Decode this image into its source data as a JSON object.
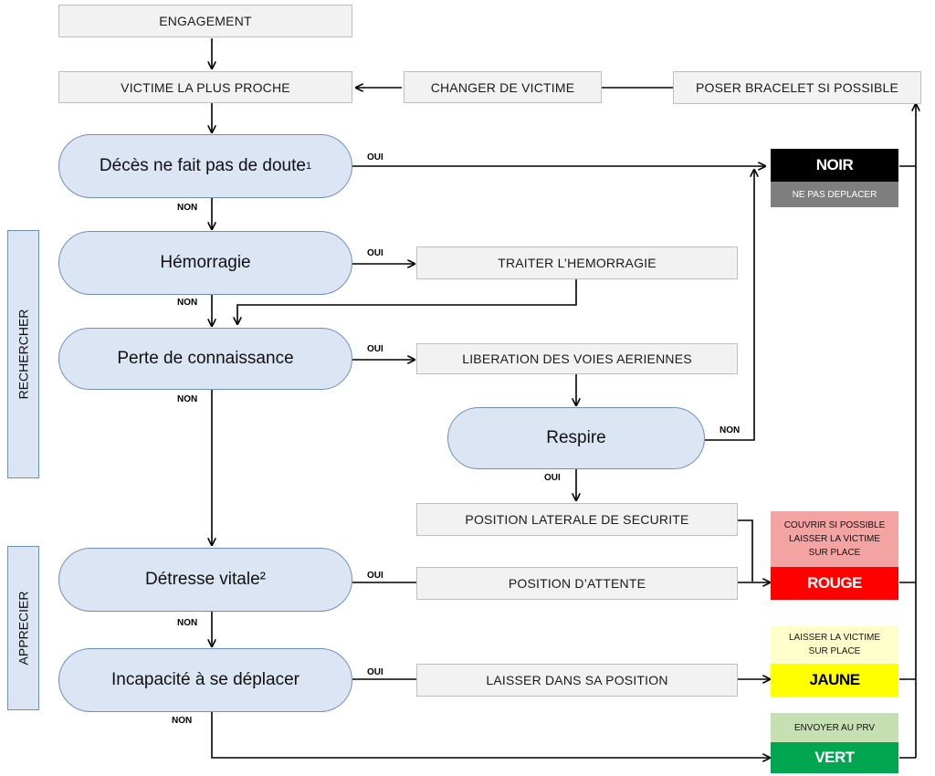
{
  "nodes": {
    "engagement": "ENGAGEMENT",
    "victime_proche": "VICTIME LA PLUS PROCHE",
    "changer_victime": "CHANGER DE VICTIME",
    "poser_bracelet": "POSER BRACELET SI POSSIBLE",
    "deces": "Décès ne fait pas de doute",
    "deces_footnote": "1",
    "hemorragie": "Hémorragie",
    "traiter_hemorragie": "TRAITER L’HEMORRAGIE",
    "perte_connaissance": "Perte de connaissance",
    "liberation_voies": "LIBERATION DES VOIES AERIENNES",
    "respire": "Respire",
    "position_laterale": "POSITION LATERALE DE SECURITE",
    "detresse_vitale": "Détresse vitale²",
    "position_attente": "POSITION D’ATTENTE",
    "incapacite": "Incapacité à se déplacer",
    "laisser_position": "LAISSER DANS SA POSITION"
  },
  "phases": {
    "rechercher": "RECHERCHER",
    "apprecier": "APPRECIER"
  },
  "edge_labels": {
    "oui": "OUI",
    "non": "NON"
  },
  "categories": {
    "noir": {
      "label": "NOIR",
      "note": "NE PAS DEPLACER",
      "color": "#000000",
      "note_color": "#7f7f7f"
    },
    "rouge": {
      "label": "ROUGE",
      "note_lines": [
        "COUVRIR SI POSSIBLE",
        "LAISSER LA VICTIME",
        "SUR PLACE"
      ],
      "color": "#ff0000",
      "note_color": "#f4a3a3"
    },
    "jaune": {
      "label": "JAUNE",
      "note_lines": [
        "LAISSER LA VICTIME",
        "SUR PLACE"
      ],
      "color": "#ffff00",
      "note_color": "#ffffcc"
    },
    "vert": {
      "label": "VERT",
      "note": "ENVOYER AU PRV",
      "color": "#00a650",
      "note_color": "#c6e0b4"
    }
  }
}
